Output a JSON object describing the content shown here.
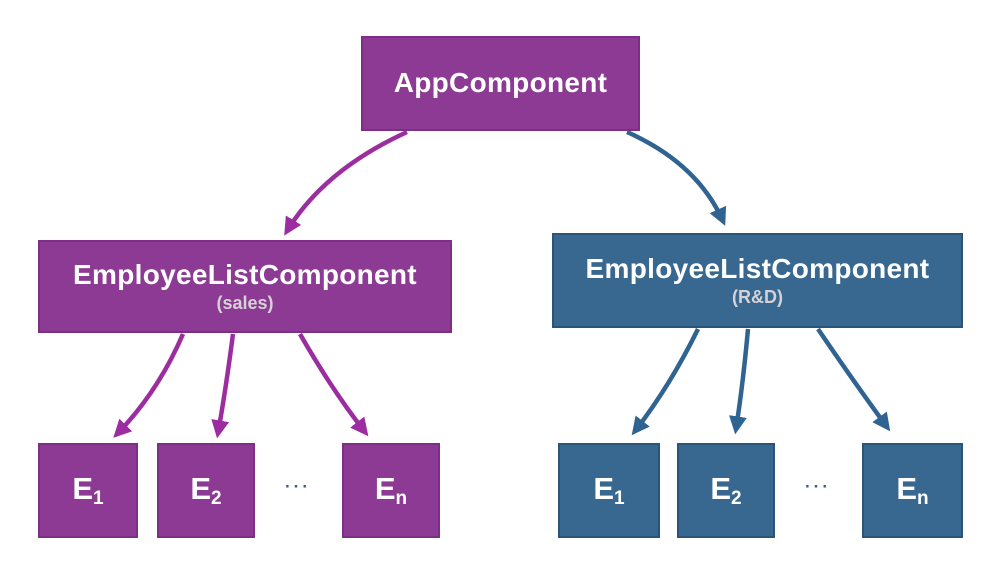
{
  "colors": {
    "purple_box": "#8c3a94",
    "purple_border": "#7c2f85",
    "purple_arrow": "#9b2da0",
    "blue_box": "#38678f",
    "blue_border": "#2b5578",
    "blue_arrow": "#2f6392",
    "node_text": "#ffffff",
    "subtitle_text": "#d5d2d6",
    "ellipsis": "#3a5b87"
  },
  "diagram": {
    "root": {
      "label": "AppComponent"
    },
    "branches": [
      {
        "name": "sales",
        "label": "EmployeeListComponent",
        "sublabel": "(sales)",
        "ellipsis": "···",
        "children": [
          {
            "base": "E",
            "sub": "1"
          },
          {
            "base": "E",
            "sub": "2"
          },
          {
            "base": "E",
            "sub": "n"
          }
        ]
      },
      {
        "name": "rnd",
        "label": "EmployeeListComponent",
        "sublabel": "(R&D)",
        "ellipsis": "···",
        "children": [
          {
            "base": "E",
            "sub": "1"
          },
          {
            "base": "E",
            "sub": "2"
          },
          {
            "base": "E",
            "sub": "n"
          }
        ]
      }
    ]
  }
}
